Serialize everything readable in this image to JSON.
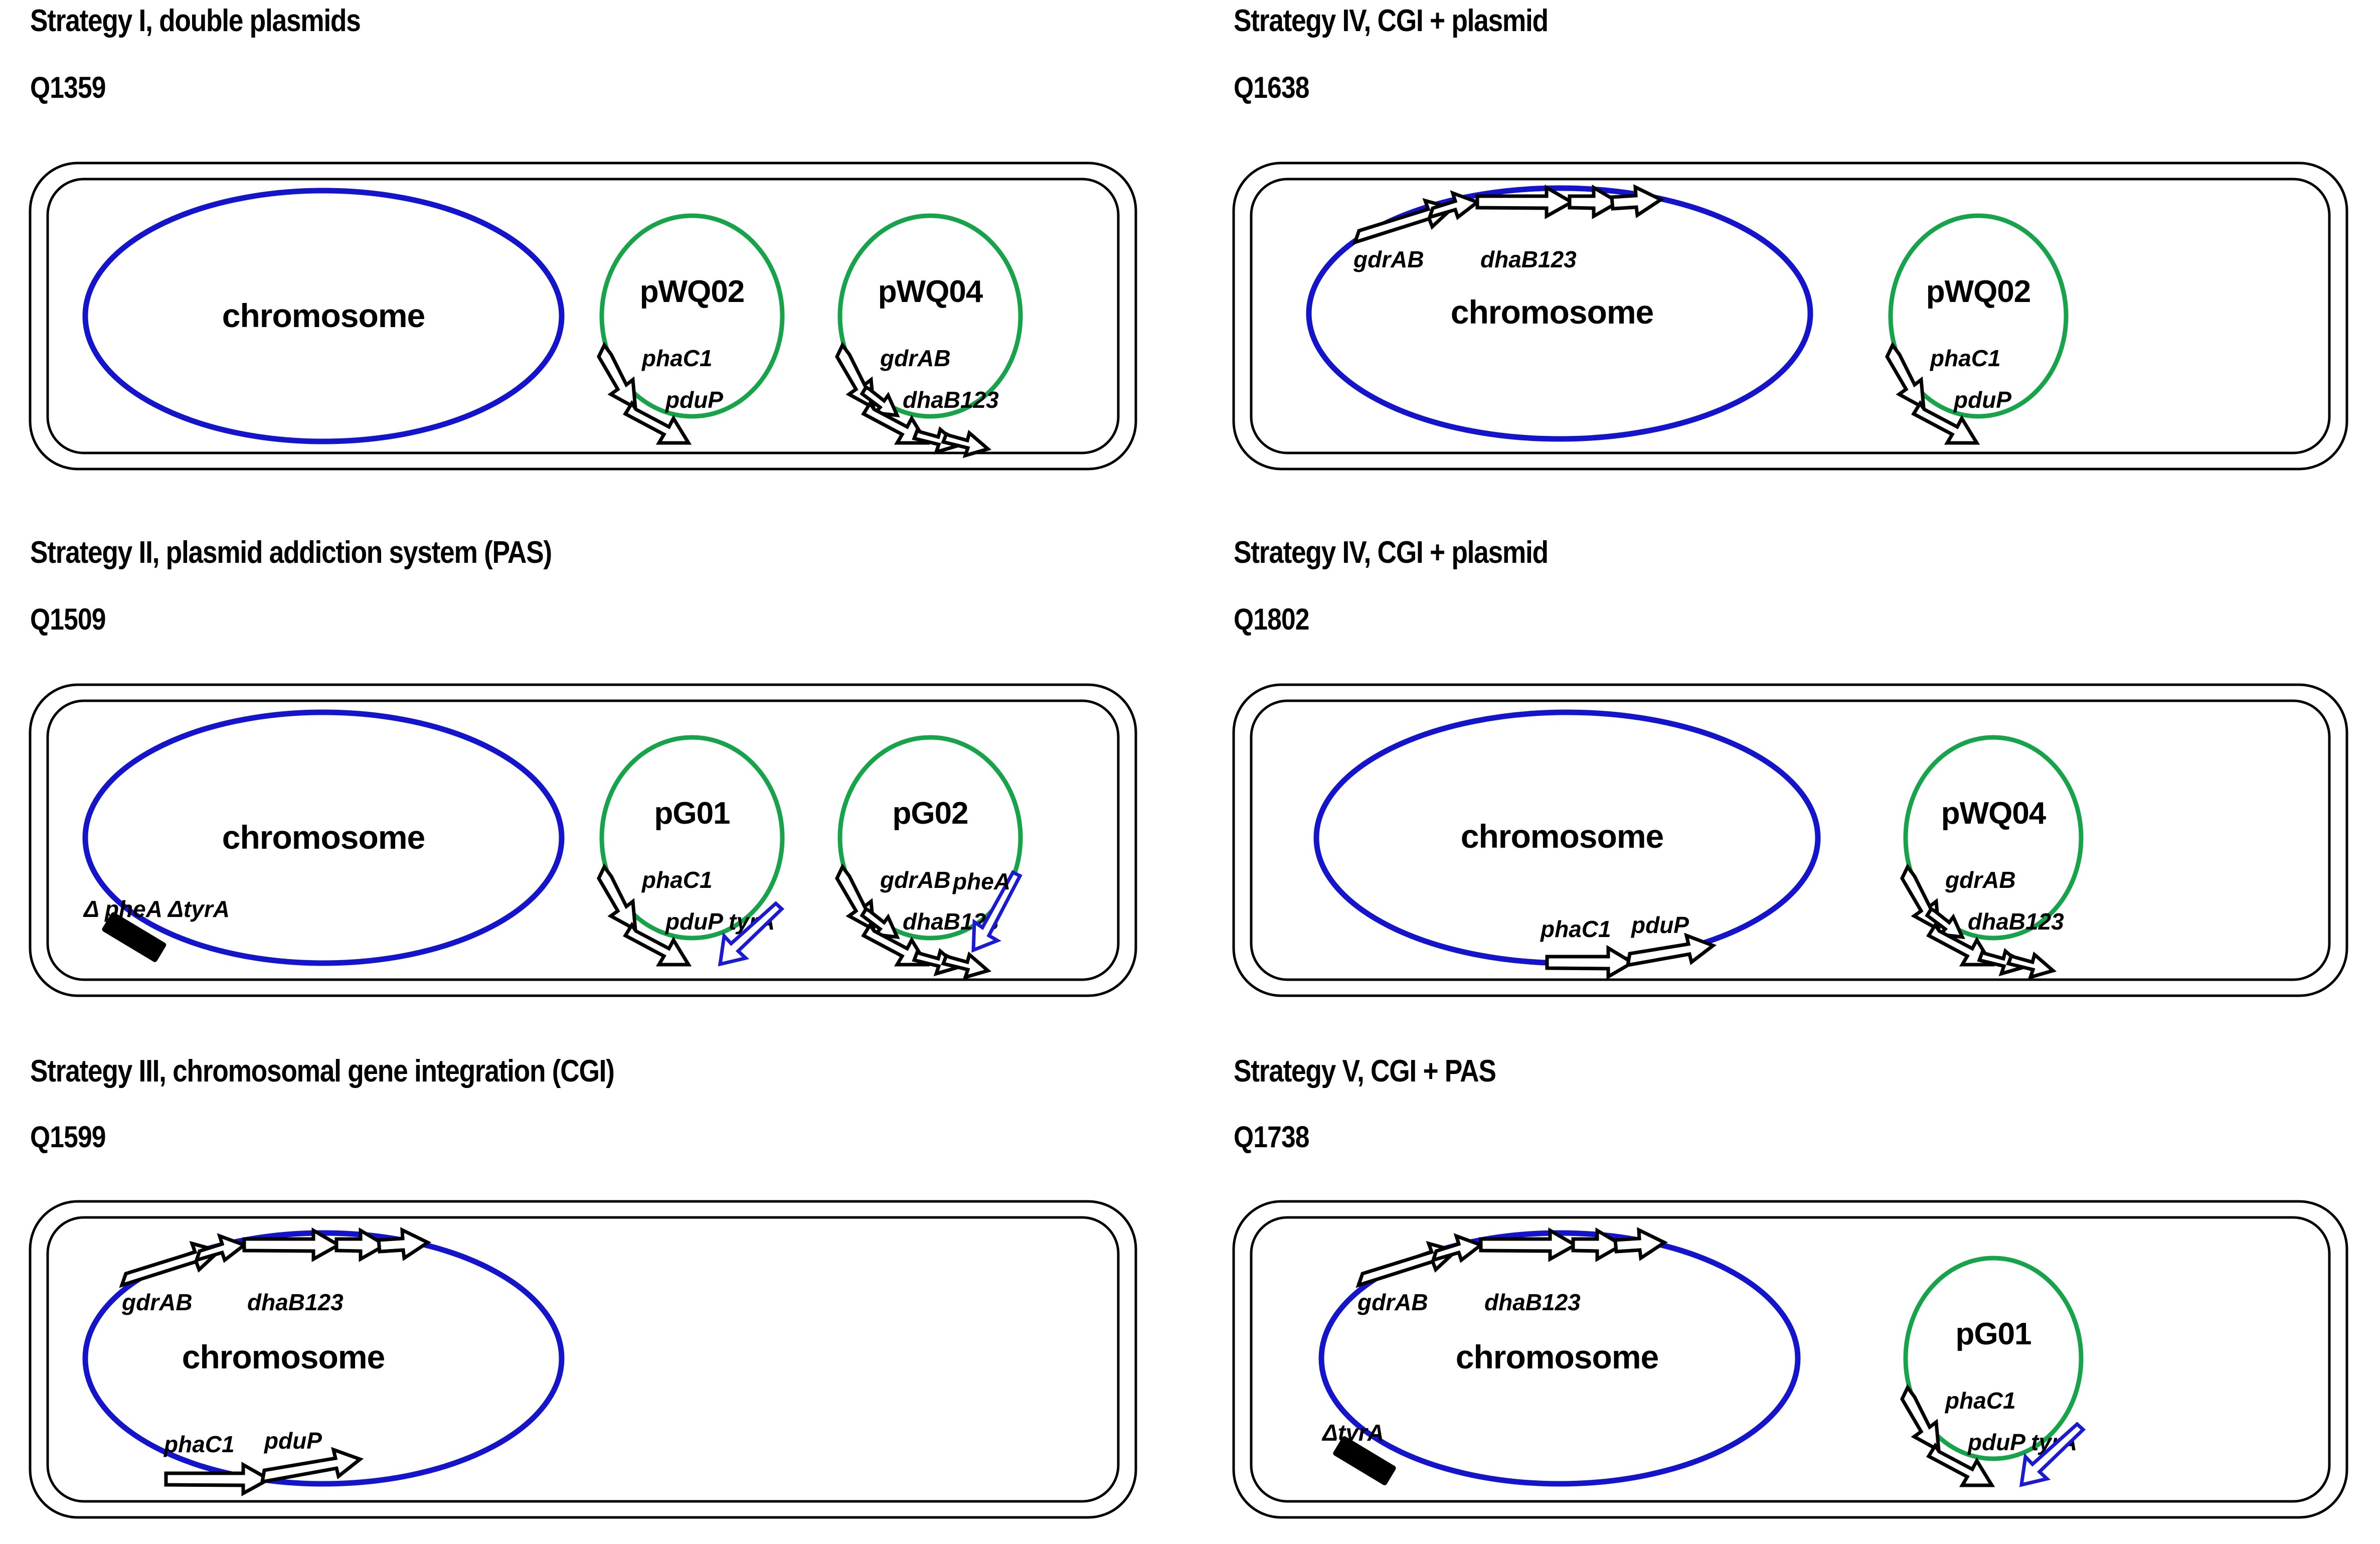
{
  "figure": {
    "type": "biology-strain-diagram",
    "description": "Six engineered bacterial strain schematics showing chromosome and plasmid gene arrangements",
    "colors": {
      "chromosome": "#1414cc",
      "plasmid": "#17a349",
      "cell_wall": "#000000",
      "gene_arrow_fill": "#ffffff",
      "gene_arrow_stroke": "#000000",
      "marker_gene_stroke": "#1a1ad4",
      "deletion_block": "#000000"
    }
  },
  "panels": [
    {
      "id": "panel-1",
      "title": "Strategy I, double plasmids",
      "strain": "Q1359",
      "chromosome": {
        "label": "chromosome",
        "genes": [],
        "deletions": []
      },
      "plasmids": [
        {
          "name": "pWQ02",
          "genes": [
            "phaC1",
            "pduP"
          ]
        },
        {
          "name": "pWQ04",
          "genes": [
            "gdrAB",
            "dhaB123"
          ]
        }
      ]
    },
    {
      "id": "panel-2",
      "title": "Strategy II, plasmid addiction system (PAS)",
      "strain": "Q1509",
      "chromosome": {
        "label": "chromosome",
        "genes": [],
        "deletions": [
          "Δ pheA ΔtyrA"
        ]
      },
      "plasmids": [
        {
          "name": "pG01",
          "genes": [
            "phaC1",
            "pduP"
          ],
          "marker_genes": [
            "tyrA"
          ]
        },
        {
          "name": "pG02",
          "genes": [
            "gdrAB",
            "dhaB123"
          ],
          "marker_genes": [
            "pheA"
          ]
        }
      ]
    },
    {
      "id": "panel-3",
      "title": "Strategy III, chromosomal gene integration (CGI)",
      "strain": "Q1599",
      "chromosome": {
        "label": "chromosome",
        "genes": [
          "gdrAB",
          "dhaB123",
          "phaC1",
          "pduP"
        ],
        "deletions": []
      },
      "plasmids": []
    },
    {
      "id": "panel-4",
      "title": "Strategy IV, CGI + plasmid",
      "strain": "Q1638",
      "chromosome": {
        "label": "chromosome",
        "genes": [
          "gdrAB",
          "dhaB123"
        ],
        "deletions": []
      },
      "plasmids": [
        {
          "name": "pWQ02",
          "genes": [
            "phaC1",
            "pduP"
          ]
        }
      ]
    },
    {
      "id": "panel-5",
      "title": "Strategy IV, CGI + plasmid",
      "strain": "Q1802",
      "chromosome": {
        "label": "chromosome",
        "genes": [
          "phaC1",
          "pduP"
        ],
        "deletions": []
      },
      "plasmids": [
        {
          "name": "pWQ04",
          "genes": [
            "gdrAB",
            "dhaB123"
          ]
        }
      ]
    },
    {
      "id": "panel-6",
      "title": "Strategy V, CGI + PAS",
      "strain": "Q1738",
      "chromosome": {
        "label": "chromosome",
        "genes": [
          "gdrAB",
          "dhaB123"
        ],
        "deletions": [
          "ΔtyrA"
        ]
      },
      "plasmids": [
        {
          "name": "pG01",
          "genes": [
            "phaC1",
            "pduP"
          ],
          "marker_genes": [
            "tyrA"
          ]
        }
      ]
    }
  ],
  "labels": {
    "chromosome": "chromosome",
    "gdrAB": "gdrAB",
    "dhaB123": "dhaB123",
    "phaC1": "phaC1",
    "pduP": "pduP",
    "tyrA": "tyrA",
    "pheA": "pheA",
    "pduP_tyrA": "pduP tyrA",
    "delta_pheA_tyrA": "Δ pheA ΔtyrA",
    "delta_tyrA": "ΔtyrA",
    "pWQ02": "pWQ02",
    "pWQ04": "pWQ04",
    "pG01": "pG01",
    "pG02": "pG02"
  }
}
